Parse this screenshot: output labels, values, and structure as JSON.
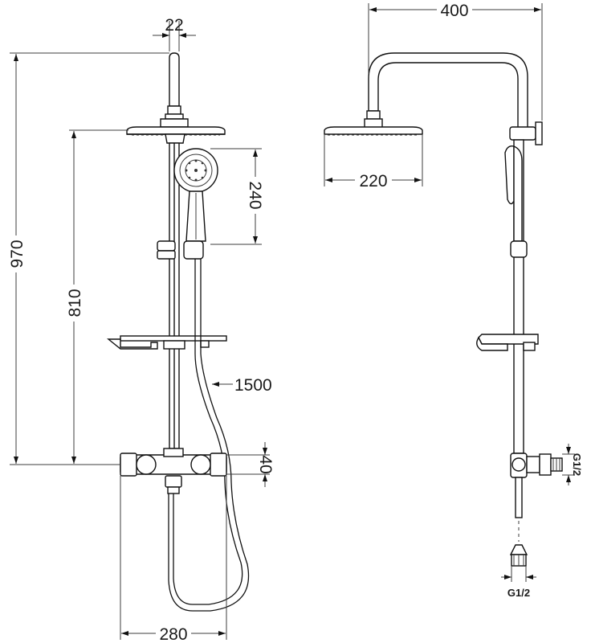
{
  "diagram": {
    "front_view": {
      "pipe_diameter": "22",
      "total_height": "970",
      "rail_height": "810",
      "hand_shower_length": "240",
      "hose_length": "1500",
      "mixer_height": "40",
      "mixer_width": "280"
    },
    "side_view": {
      "arm_reach": "400",
      "head_diameter": "220",
      "side_inlet_thread": "G1/2",
      "bottom_inlet_thread": "G1/2"
    }
  }
}
